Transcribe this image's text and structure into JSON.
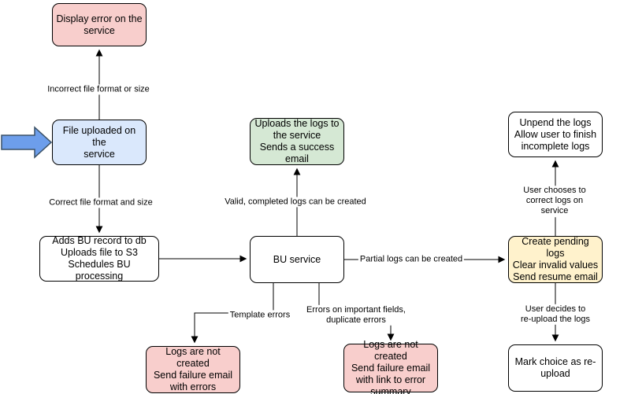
{
  "nodes": {
    "display_error": {
      "text": "Display error on the\nservice",
      "fill": "#f8cecc"
    },
    "file_uploaded": {
      "text": "File uploaded on the\nservice",
      "fill": "#dae8fc"
    },
    "adds_bu": {
      "text": "Adds BU record to db\nUploads file to S3\nSchedules BU processing",
      "fill": "#ffffff"
    },
    "success_upload": {
      "text": "Uploads the logs to\nthe service\nSends a success\nemail",
      "fill": "#d5e8d4"
    },
    "bu_service": {
      "text": "BU service",
      "fill": "#ffffff"
    },
    "create_pending": {
      "text": "Create pending logs\nClear invalid values\nSend resume email",
      "fill": "#fff2cc"
    },
    "unpend": {
      "text": "Unpend the logs\nAllow user to finish\nincomplete logs",
      "fill": "#ffffff"
    },
    "mark_choice": {
      "text": "Mark choice as re-\nupload",
      "fill": "#ffffff"
    },
    "fail_errors": {
      "text": "Logs are not created\nSend failure email\nwith errors",
      "fill": "#f8cecc"
    },
    "fail_summary": {
      "text": "Logs are not created\nSend failure email\nwith link to error\nsummary",
      "fill": "#f8cecc"
    }
  },
  "edge_labels": {
    "incorrect": "Incorrect file format or size",
    "correct": "Correct file format and size",
    "valid": "Valid, completed logs can be created",
    "partial": "Partial logs can be created",
    "choose_correct": "User chooses to correct logs on service",
    "reupload": "User decides to re-upload the logs",
    "template": "Template errors",
    "important_fields": "Errors on important fields,\nduplicate errors"
  },
  "colors": {
    "node_border": "#000000",
    "edge": "#000000",
    "pink_fill": "#f8cecc",
    "blue_fill": "#dae8fc",
    "green_fill": "#d5e8d4",
    "yellow_fill": "#fff2cc",
    "white_fill": "#ffffff",
    "block_arrow_fill": "#6d9eeb",
    "block_arrow_border": "#3b5166"
  }
}
